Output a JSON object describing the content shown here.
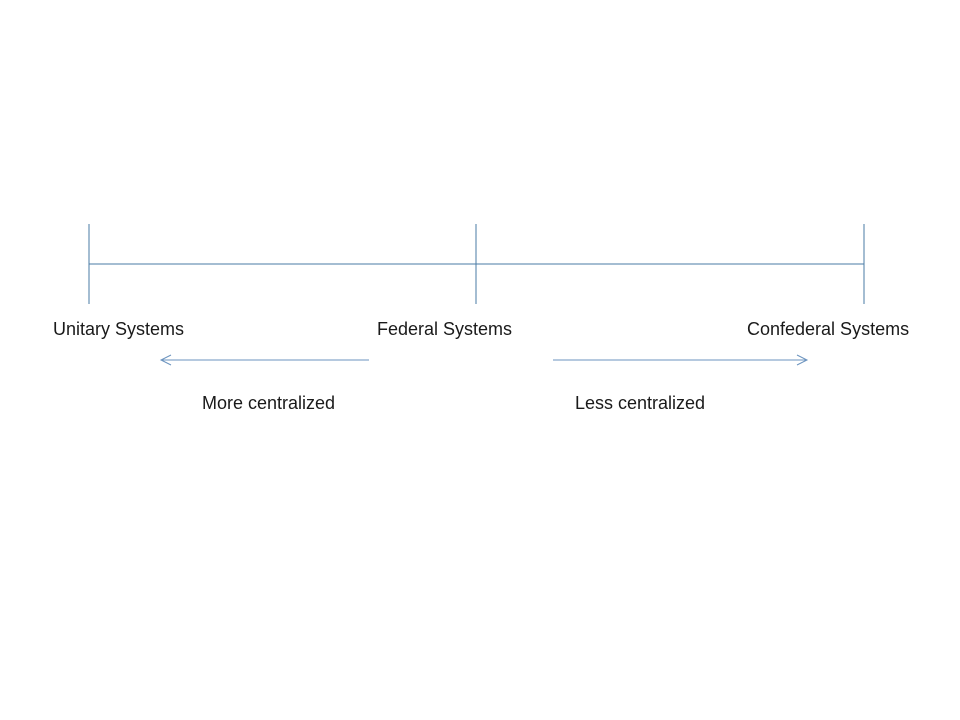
{
  "scale": {
    "points": [
      {
        "id": "unitary",
        "label": "Unitary Systems"
      },
      {
        "id": "federal",
        "label": "Federal Systems"
      },
      {
        "id": "confederal",
        "label": "Confederal Systems"
      }
    ]
  },
  "arrows": {
    "left": {
      "label": "More centralized"
    },
    "right": {
      "label": "Less centralized"
    }
  },
  "colors": {
    "line": "#4a7ba6",
    "arrow": "#6b93bf",
    "text": "#1a1a1a",
    "background": "#ffffff"
  }
}
